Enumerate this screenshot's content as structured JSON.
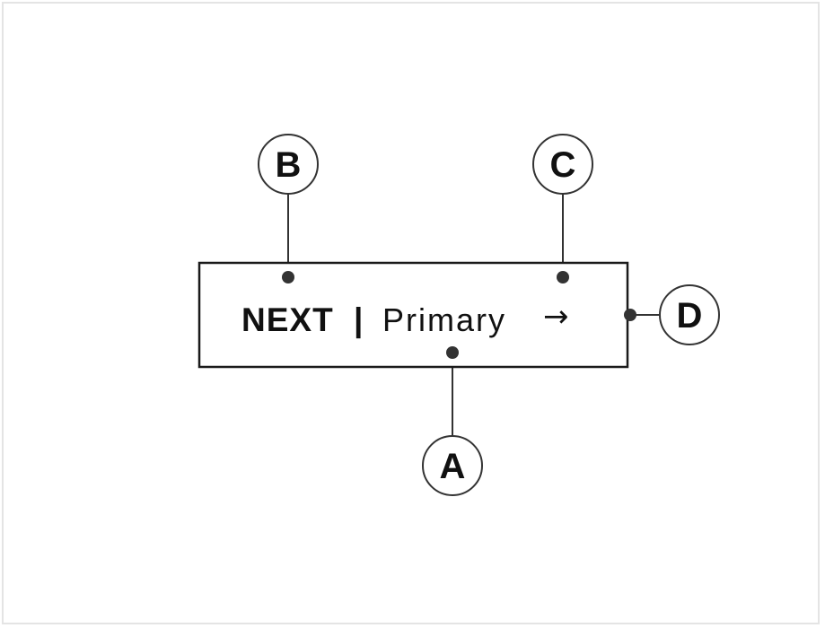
{
  "button": {
    "label_bold": "NEXT",
    "separator": "|",
    "label_regular": "Primary",
    "arrow": "→"
  },
  "callouts": {
    "a": "A",
    "b": "B",
    "c": "C",
    "d": "D"
  },
  "colors": {
    "stroke": "#333333",
    "text": "#111111",
    "border": "#e4e4e4",
    "background": "#ffffff"
  }
}
